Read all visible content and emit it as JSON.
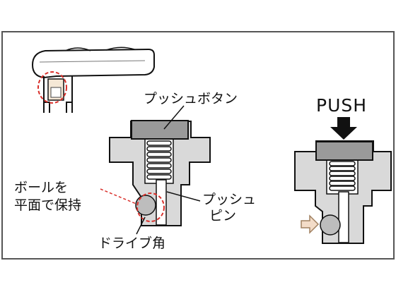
{
  "labels": {
    "push_button": "プッシュボタン",
    "ball_line1": "ボールを",
    "ball_line2": "平面で保持",
    "push_pin_line1": "プッシュ",
    "push_pin_line2": "ピン",
    "drive_corner": "ドライブ角",
    "push": "PUSH"
  },
  "colors": {
    "frame": "#555555",
    "body_fill": "#d9d9d9",
    "button_fill": "#9a9a9a",
    "ball_fill": "#bdbdbd",
    "highlight_red": "#d9302b",
    "arrow_fill": "#f3dcc8",
    "arrow_stroke": "#a08060",
    "push_arrow": "#111111"
  }
}
